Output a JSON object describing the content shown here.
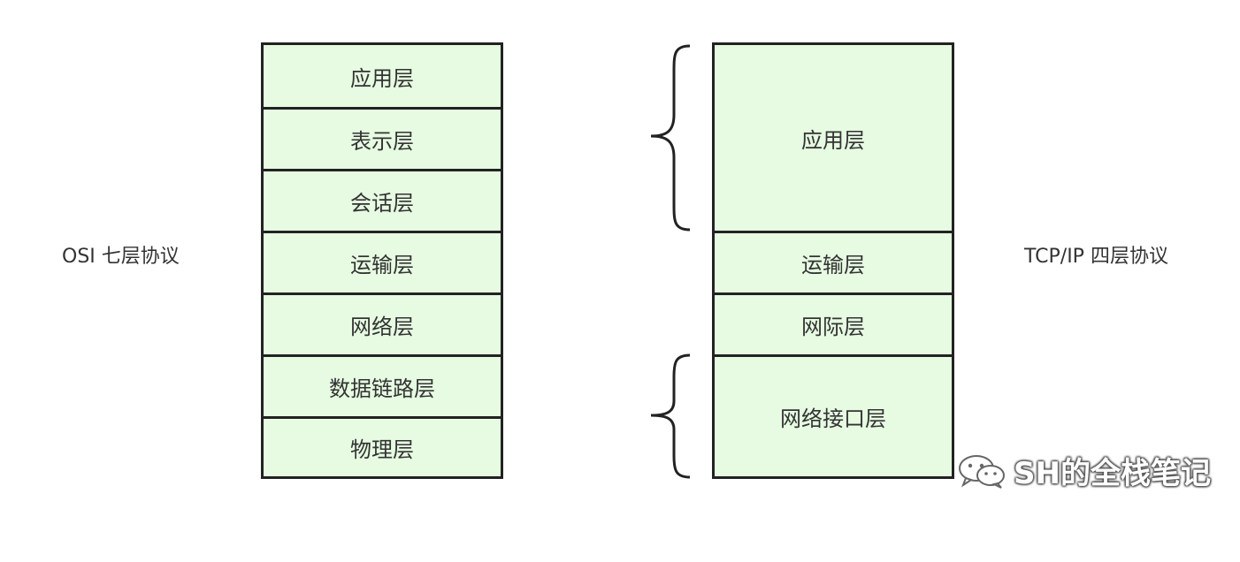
{
  "osi": {
    "title": "OSI 七层协议",
    "layers": [
      "应用层",
      "表示层",
      "会话层",
      "运输层",
      "网络层",
      "数据链路层",
      "物理层"
    ]
  },
  "tcpip": {
    "title": "TCP/IP 四层协议",
    "layers": [
      "应用层",
      "运输层",
      "网际层",
      "网络接口层"
    ]
  },
  "watermark": {
    "icon": "wechat-icon",
    "text": "SH的全栈笔记"
  },
  "colors": {
    "layer_fill": "#e6fbe2",
    "border": "#222222",
    "text": "#333333"
  }
}
